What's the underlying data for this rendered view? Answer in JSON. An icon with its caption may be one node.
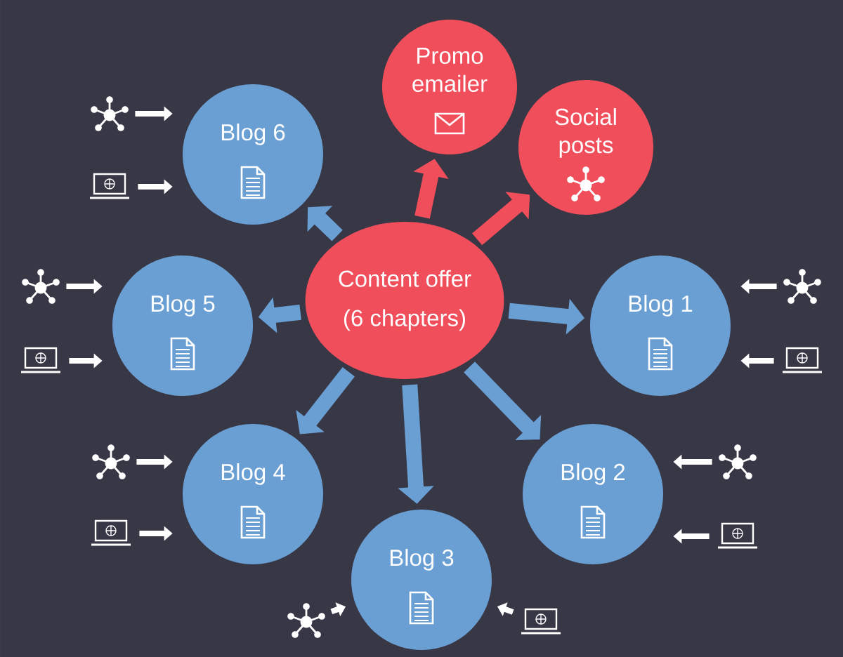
{
  "diagram": {
    "nodes": [
      {
        "text": [
          "Content offer",
          "(6 chapters)"
        ]
      },
      {
        "text": [
          "Promo emailer"
        ]
      },
      {
        "text": [
          "Social posts"
        ]
      },
      {
        "text": [
          "Blog 1"
        ]
      },
      {
        "text": [
          "Blog 2"
        ]
      },
      {
        "text": [
          "Blog 3"
        ]
      },
      {
        "text": [
          "Blog 4"
        ]
      },
      {
        "text": [
          "Blog 5"
        ]
      },
      {
        "text": [
          "Blog 6"
        ]
      },
      {
        "text": [],
        "shape": "network"
      },
      {
        "text": [],
        "shape": "laptop"
      },
      {
        "text": [],
        "shape": "network"
      },
      {
        "text": [],
        "shape": "network"
      },
      {
        "text": [],
        "shape": "laptop"
      },
      {
        "text": [],
        "shape": "laptop"
      },
      {
        "text": [],
        "shape": "network"
      },
      {
        "text": [],
        "shape": "network"
      },
      {
        "text": [],
        "shape": "laptop"
      },
      {
        "text": [],
        "shape": "laptop"
      },
      {
        "text": [],
        "shape": "network"
      },
      {
        "text": [],
        "shape": "laptop"
      }
    ],
    "edges": [
      {
        "from": 0,
        "to": 1,
        "arrow": "to",
        "style": "thick",
        "color": "#f14e5c"
      },
      {
        "from": 0,
        "to": 2,
        "arrow": "to",
        "style": "thick",
        "color": "#f14e5c"
      },
      {
        "from": 0,
        "to": 3,
        "arrow": "to",
        "style": "thick",
        "color": "#6a9fd4"
      },
      {
        "from": 0,
        "to": 4,
        "arrow": "to",
        "style": "thick",
        "color": "#6a9fd4"
      },
      {
        "from": 0,
        "to": 5,
        "arrow": "to",
        "style": "thick",
        "color": "#6a9fd4"
      },
      {
        "from": 0,
        "to": 6,
        "arrow": "to",
        "style": "thick",
        "color": "#6a9fd4"
      },
      {
        "from": 0,
        "to": 7,
        "arrow": "to",
        "style": "thick",
        "color": "#6a9fd4"
      },
      {
        "from": 0,
        "to": 8,
        "arrow": "to",
        "style": "thick",
        "color": "#6a9fd4"
      },
      {
        "from": 9,
        "to": 8,
        "arrow": "to"
      },
      {
        "from": 10,
        "to": 8,
        "arrow": "to"
      },
      {
        "from": 11,
        "to": 7,
        "arrow": "to"
      },
      {
        "from": 13,
        "to": 7,
        "arrow": "to"
      },
      {
        "from": 12,
        "to": 3,
        "arrow": "to"
      },
      {
        "from": 14,
        "to": 3,
        "arrow": "to"
      },
      {
        "from": 15,
        "to": 6,
        "arrow": "to"
      },
      {
        "from": 17,
        "to": 6,
        "arrow": "to"
      },
      {
        "from": 16,
        "to": 4,
        "arrow": "to"
      },
      {
        "from": 18,
        "to": 4,
        "arrow": "to"
      },
      {
        "from": 19,
        "to": 5,
        "arrow": "to"
      },
      {
        "from": 20,
        "to": 5,
        "arrow": "to"
      }
    ]
  }
}
